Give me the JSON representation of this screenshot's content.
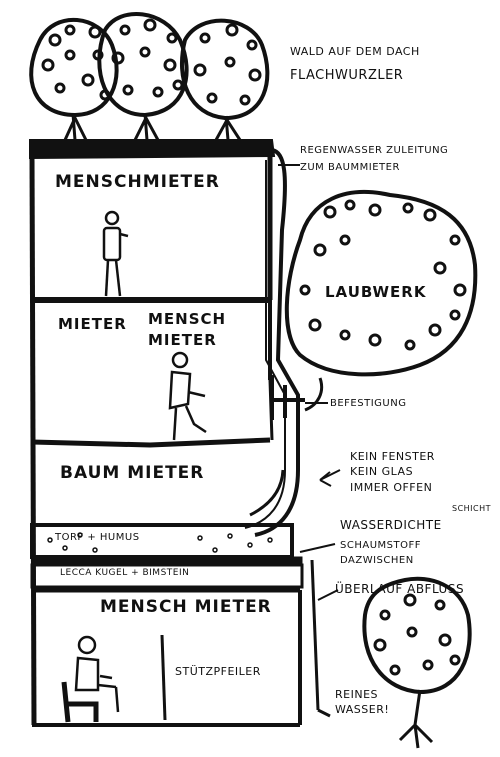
{
  "notes": {
    "top_right_line1": "WALD AUF DEM DACH",
    "top_right_line2": "FLACHWURZLER",
    "rainwater_line1": "REGENWASSER ZULEITUNG",
    "rainwater_line2": "ZUM BAUMMIETER",
    "foliage": "LAUBWERK",
    "attachment": "BEFESTIGUNG",
    "window_line1": "KEIN FENSTER",
    "window_line2": "KEIN GLAS",
    "window_line3": "IMMER OFFEN",
    "waterproof": "WASSERDICHTE",
    "waterproof_small": "SCHICHT",
    "foam_line1": "SCHAUMSTOFF",
    "foam_line2": "DAZWISCHEN",
    "overflow": "ÜBERLAUF ABFLUSS",
    "clean_water_line1": "REINES",
    "clean_water_line2": "WASSER!"
  },
  "floors": {
    "floor1": "MENSCHMIETER",
    "floor2_left": "MIETER",
    "floor2_right_line1": "MENSCH",
    "floor2_right_line2": "MIETER",
    "floor3": "BAUM MIETER",
    "soil_layer": "TORF + HUMUS",
    "clay_layer": "LECCA KUGEL + BIMSTEIN",
    "floor4": "MENSCH MIETER",
    "pillar": "STÜTZPFEILER"
  }
}
